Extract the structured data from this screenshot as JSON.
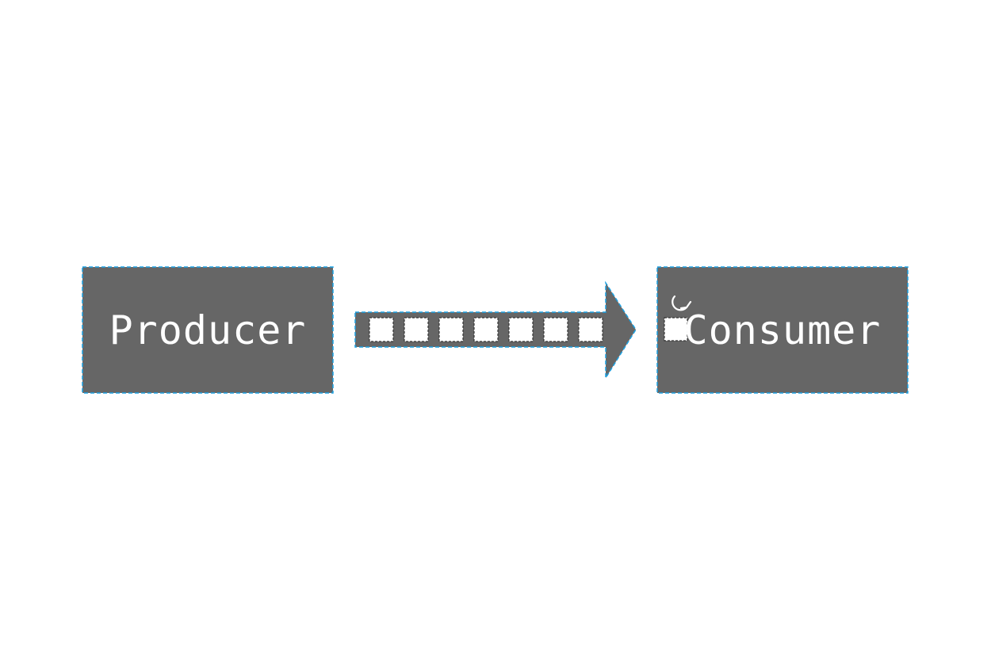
{
  "diagram": {
    "producer": {
      "label": "Producer"
    },
    "consumer": {
      "label": "Consumer"
    },
    "queue": {
      "item_count": 7
    },
    "colors": {
      "box_fill": "#666666",
      "outline_accent": "#1ba1e2",
      "item_fill": "#ffffff",
      "item_border": "#333333",
      "text": "#ffffff"
    },
    "icons": {
      "in_transit_item": "square-icon",
      "consumed_item": "square-icon",
      "processing_indicator": "refresh-icon"
    }
  }
}
